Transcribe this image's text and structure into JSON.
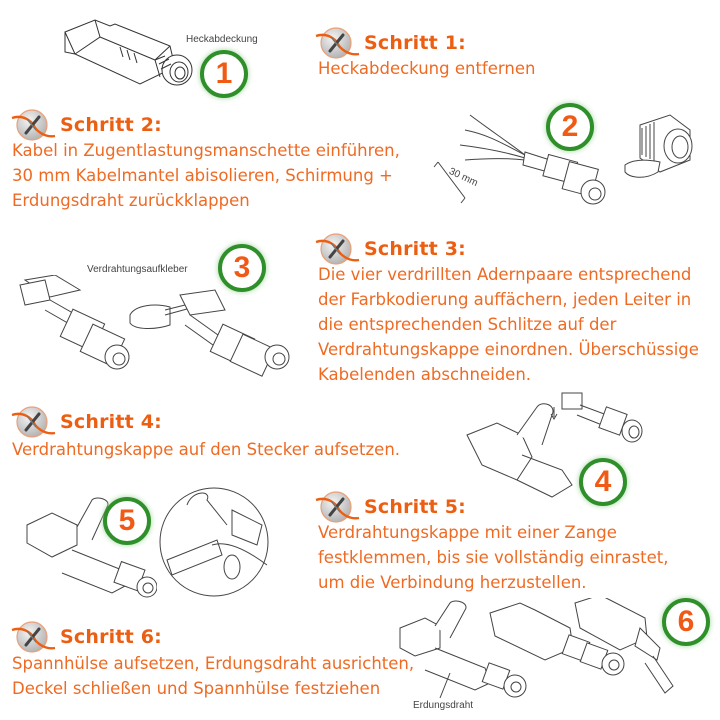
{
  "colors": {
    "accent": "#ec5f12",
    "badge_ring": "#2f8f2a",
    "line_art": "#333333"
  },
  "steps": [
    {
      "badge": "1",
      "title": "Schritt 1:",
      "lines": [
        "Heckabdeckung entfernen"
      ],
      "callouts": [
        "Heckabdeckung"
      ]
    },
    {
      "badge": "2",
      "title": "Schritt 2:",
      "lines": [
        "Kabel in Zugentlastungsmanschette einführen,",
        "30 mm Kabelmantel abisolieren, Schirmung +",
        "Erdungsdraht zurückklappen"
      ],
      "callouts": [
        "30 mm"
      ]
    },
    {
      "badge": "3",
      "title": "Schritt 3:",
      "lines": [
        "Die vier verdrillten Adernpaare entsprechend",
        "der Farbkodierung auffächern, jeden Leiter in",
        "die entsprechenden Schlitze auf der",
        "Verdrahtungskappe einordnen. Überschüssige",
        "Kabelenden abschneiden."
      ],
      "callouts": [
        "Verdrahtungsaufkleber"
      ]
    },
    {
      "badge": "4",
      "title": "Schritt 4:",
      "lines": [
        "Verdrahtungskappe auf den Stecker aufsetzen."
      ],
      "callouts": []
    },
    {
      "badge": "5",
      "title": "Schritt 5:",
      "lines": [
        "Verdrahtungskappe mit einer Zange",
        "festklemmen, bis sie vollständig einrastet,",
        "um die Verbindung herzustellen."
      ],
      "callouts": []
    },
    {
      "badge": "6",
      "title": "Schritt 6:",
      "lines": [
        "Spannhülse aufsetzen, Erdungsdraht ausrichten,",
        "Deckel schließen und Spannhülse festziehen"
      ],
      "callouts": [
        "Erdungsdraht"
      ]
    }
  ],
  "icons": {
    "step_logo": "x-swoosh-logo-icon",
    "illustration": "rj45-connector-line-drawing"
  }
}
